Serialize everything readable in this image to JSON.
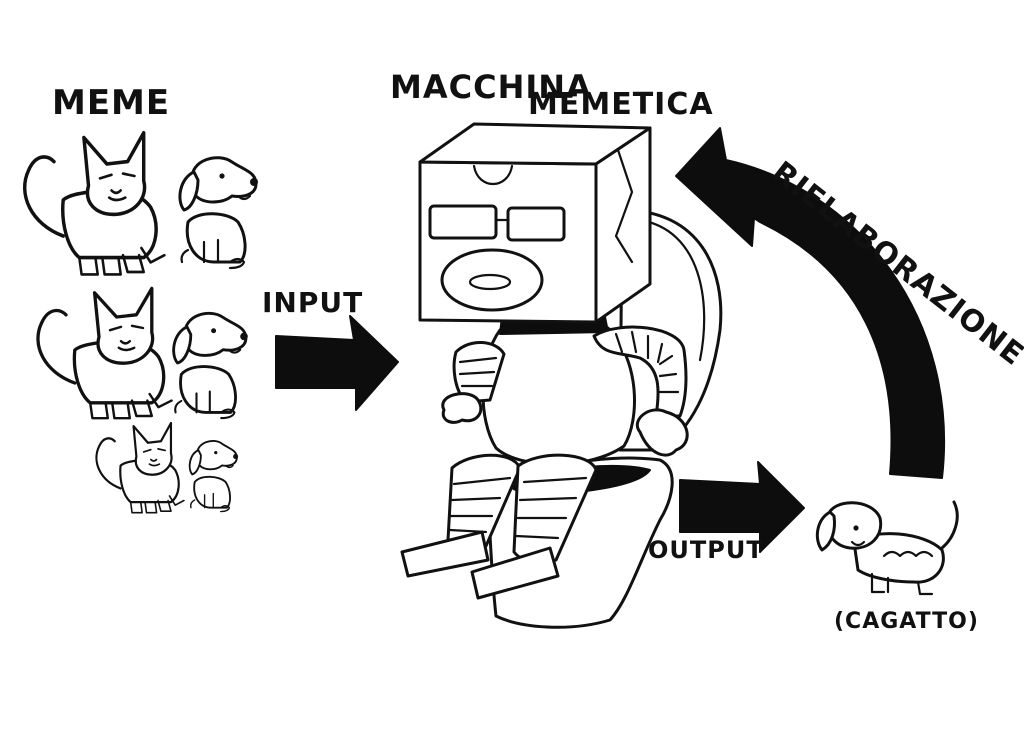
{
  "labels": {
    "meme": "MEME",
    "machine_line1": "MACCHINA",
    "machine_line2": "MEMETICA",
    "input": "INPUT",
    "output": "OUTPUT",
    "rework": "RIELABORAZIONE",
    "result": "(CAGATTO)"
  },
  "colors": {
    "ink": "#111111",
    "paper": "#ffffff"
  },
  "icons": {
    "cat": "cat-doodle",
    "dog": "dog-doodle",
    "robot": "box-head-robot-on-toilet",
    "hybrid": "cat-dog-hybrid-doodle"
  }
}
